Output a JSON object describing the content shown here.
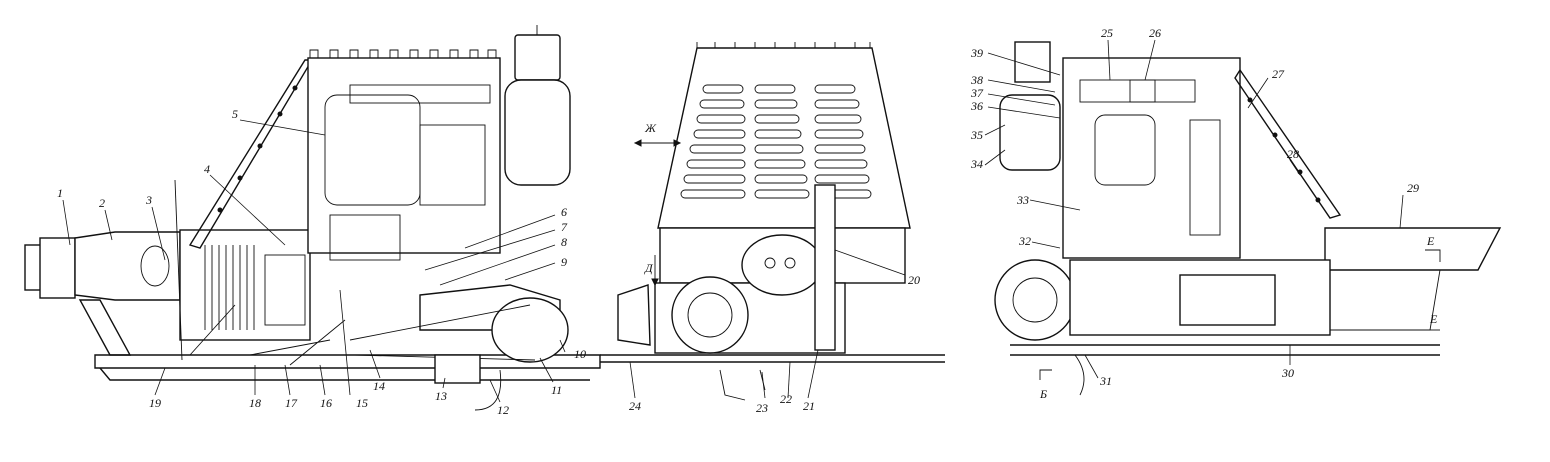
{
  "figure": {
    "callouts": [
      {
        "id": "c1",
        "text": "1"
      },
      {
        "id": "c2",
        "text": "2"
      },
      {
        "id": "c3",
        "text": "3"
      },
      {
        "id": "c4",
        "text": "4"
      },
      {
        "id": "c5",
        "text": "5"
      },
      {
        "id": "c6",
        "text": "6"
      },
      {
        "id": "c7",
        "text": "7"
      },
      {
        "id": "c8",
        "text": "8"
      },
      {
        "id": "c9",
        "text": "9"
      },
      {
        "id": "c10",
        "text": "10"
      },
      {
        "id": "c11",
        "text": "11"
      },
      {
        "id": "c12",
        "text": "12"
      },
      {
        "id": "c13",
        "text": "13"
      },
      {
        "id": "c14",
        "text": "14"
      },
      {
        "id": "c15",
        "text": "15"
      },
      {
        "id": "c16",
        "text": "16"
      },
      {
        "id": "c17",
        "text": "17"
      },
      {
        "id": "c18",
        "text": "18"
      },
      {
        "id": "c19",
        "text": "19"
      },
      {
        "id": "c20",
        "text": "20"
      },
      {
        "id": "c21",
        "text": "21"
      },
      {
        "id": "c22",
        "text": "22"
      },
      {
        "id": "c23",
        "text": "23"
      },
      {
        "id": "c24",
        "text": "24"
      },
      {
        "id": "c25",
        "text": "25"
      },
      {
        "id": "c26",
        "text": "26"
      },
      {
        "id": "c27",
        "text": "27"
      },
      {
        "id": "c28",
        "text": "28"
      },
      {
        "id": "c29",
        "text": "29"
      },
      {
        "id": "c30",
        "text": "30"
      },
      {
        "id": "c31",
        "text": "31"
      },
      {
        "id": "c32",
        "text": "32"
      },
      {
        "id": "c33",
        "text": "33"
      },
      {
        "id": "c34",
        "text": "34"
      },
      {
        "id": "c35",
        "text": "35"
      },
      {
        "id": "c36",
        "text": "36"
      },
      {
        "id": "c37",
        "text": "37"
      },
      {
        "id": "c38",
        "text": "38"
      },
      {
        "id": "c39",
        "text": "39"
      }
    ],
    "section_marks": [
      {
        "id": "mark-zh",
        "text": "Ж"
      },
      {
        "id": "mark-d",
        "text": "Д"
      },
      {
        "id": "mark-b",
        "text": "Б"
      },
      {
        "id": "mark-e-top",
        "text": "Е"
      },
      {
        "id": "mark-e-bottom",
        "text": "Е"
      }
    ]
  }
}
